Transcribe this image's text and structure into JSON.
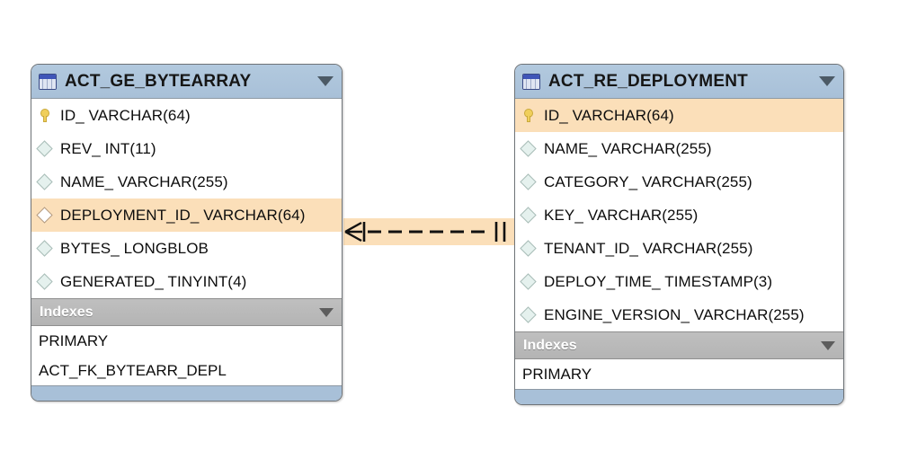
{
  "diagram": {
    "type": "er-diagram",
    "background_color": "#ffffff",
    "colors": {
      "header_blue": "#a8c0d8",
      "highlight_orange": "#fbdfb9",
      "section_grey": "#b4b4b4",
      "border": "#6f7478"
    }
  },
  "tables": [
    {
      "name": "ACT_GE_BYTEARRAY",
      "icon": "table-icon",
      "collapse_icon": "chevron-down-icon",
      "columns": [
        {
          "label": "ID_ VARCHAR(64)",
          "icon": "key-icon",
          "highlighted": false
        },
        {
          "label": "REV_ INT(11)",
          "icon": "diamond-icon",
          "highlighted": false
        },
        {
          "label": "NAME_ VARCHAR(255)",
          "icon": "diamond-icon",
          "highlighted": false
        },
        {
          "label": "DEPLOYMENT_ID_ VARCHAR(64)",
          "icon": "diamond-icon",
          "highlighted": true
        },
        {
          "label": "BYTES_ LONGBLOB",
          "icon": "diamond-icon",
          "highlighted": false
        },
        {
          "label": "GENERATED_ TINYINT(4)",
          "icon": "diamond-icon",
          "highlighted": false
        }
      ],
      "indexes_section_label": "Indexes",
      "indexes": [
        {
          "label": "PRIMARY"
        },
        {
          "label": "ACT_FK_BYTEARR_DEPL"
        }
      ]
    },
    {
      "name": "ACT_RE_DEPLOYMENT",
      "icon": "table-icon",
      "collapse_icon": "chevron-down-icon",
      "columns": [
        {
          "label": "ID_ VARCHAR(64)",
          "icon": "key-icon",
          "highlighted": true
        },
        {
          "label": "NAME_ VARCHAR(255)",
          "icon": "diamond-icon",
          "highlighted": false
        },
        {
          "label": "CATEGORY_ VARCHAR(255)",
          "icon": "diamond-icon",
          "highlighted": false
        },
        {
          "label": "KEY_ VARCHAR(255)",
          "icon": "diamond-icon",
          "highlighted": false
        },
        {
          "label": "TENANT_ID_ VARCHAR(255)",
          "icon": "diamond-icon",
          "highlighted": false
        },
        {
          "label": "DEPLOY_TIME_ TIMESTAMP(3)",
          "icon": "diamond-icon",
          "highlighted": false
        },
        {
          "label": "ENGINE_VERSION_ VARCHAR(255)",
          "icon": "diamond-icon",
          "highlighted": false
        }
      ],
      "indexes_section_label": "Indexes",
      "indexes": [
        {
          "label": "PRIMARY"
        }
      ]
    }
  ],
  "relationship": {
    "name": "act-fk-bytearr-depl-relationship",
    "style": "dashed",
    "left_cardinality": "many (crow's foot)",
    "right_cardinality": "one (double bar)",
    "highlighted": true
  }
}
